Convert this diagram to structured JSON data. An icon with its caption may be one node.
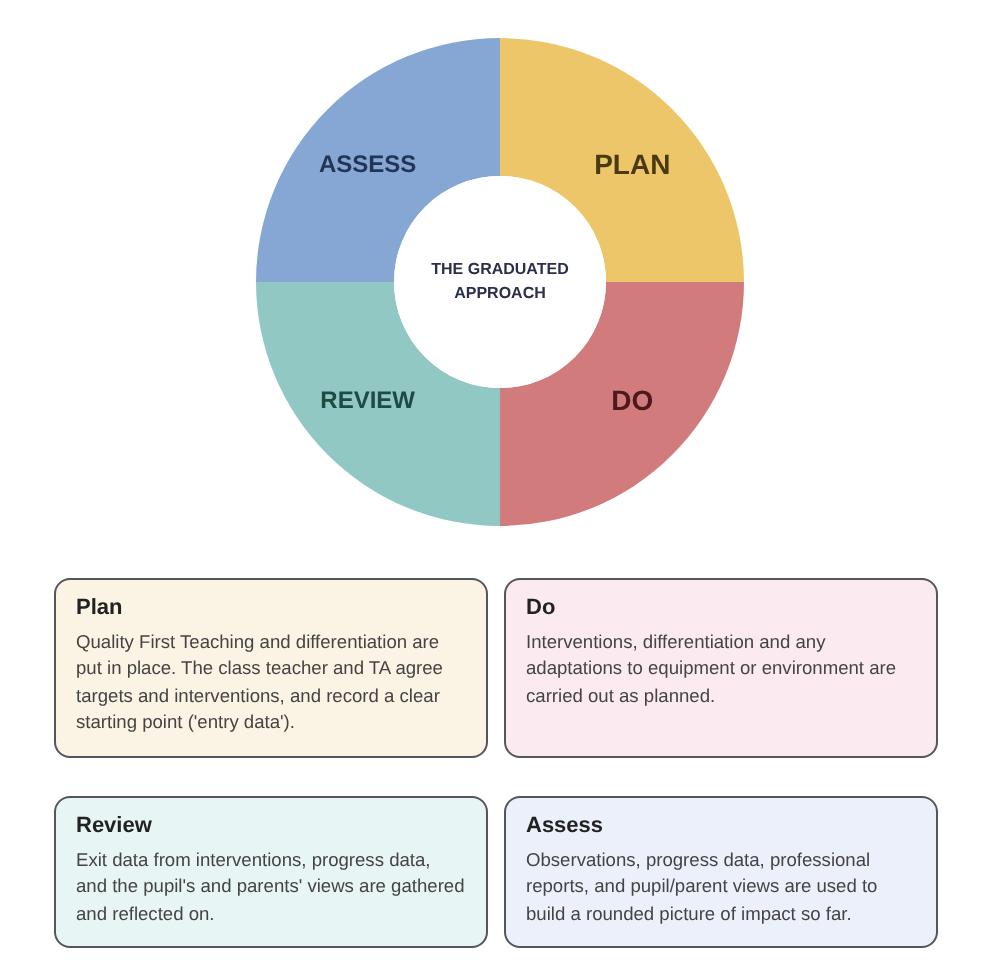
{
  "diagram": {
    "nodes": [
      {
        "text": [
          "ASSESS"
        ]
      },
      {
        "text": [
          "PLAN"
        ]
      },
      {
        "text": [
          "THE GRADUATED APPROACH"
        ]
      },
      {
        "text": [
          "REVIEW"
        ]
      },
      {
        "text": [
          "DO"
        ]
      },
      {
        "text": [
          "Plan",
          "Quality First Teaching and differentiation are put in place. The class teacher and TA agree targets and interventions, and record a clear starting point ('entry data')."
        ]
      },
      {
        "text": [
          "Do",
          "Interventions, differentiation and any adaptations to equipment or environment are carried out as planned."
        ]
      },
      {
        "text": [
          "Review",
          "Exit data from interventions, progress data, and the pupil's and parents' views are gathered and reflected on."
        ]
      },
      {
        "text": [
          "Assess",
          "Observations, progress data, professional reports, and pupil/parent views are used to build a rounded picture of impact so far."
        ]
      }
    ],
    "edges": []
  }
}
